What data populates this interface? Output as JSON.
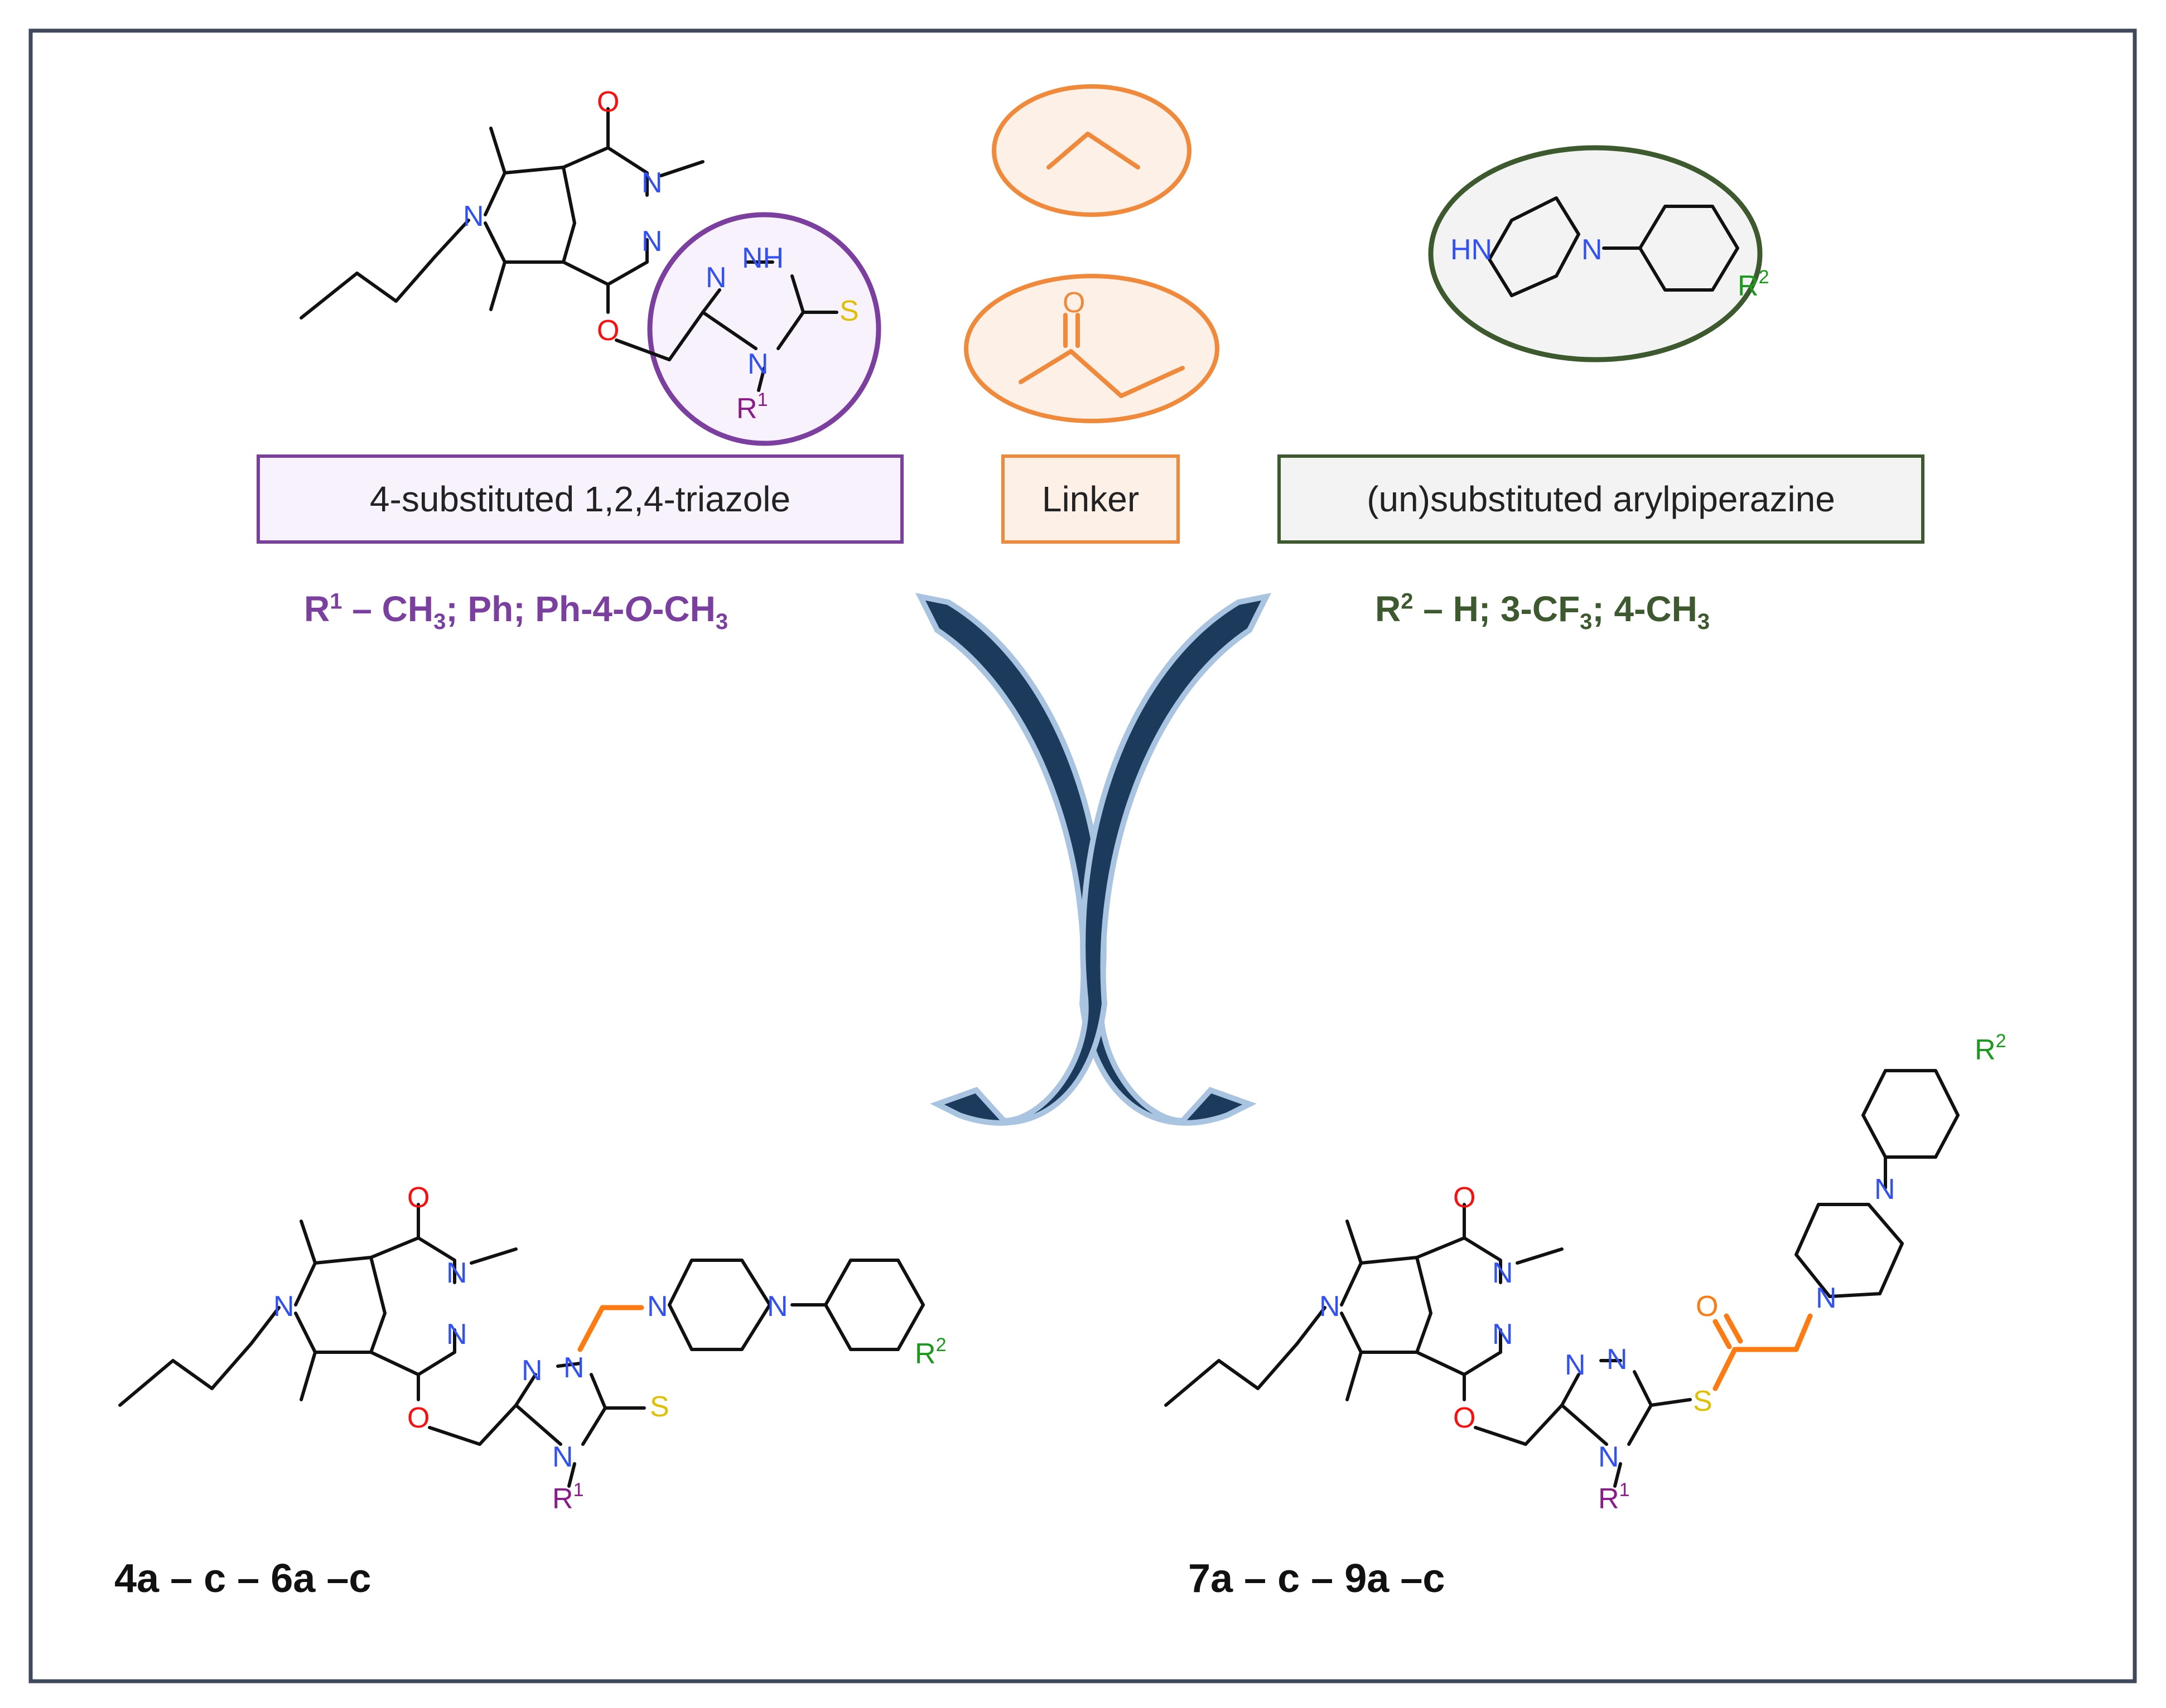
{
  "colors": {
    "frame": "#3e4a5c",
    "triazole": "#7b3fa0",
    "linker": "#f08a3a",
    "piperazine": "#3d5a2e",
    "arrow": "#1b3a5c",
    "arrow_edge": "#a9c4e0",
    "atom_N": "#3050f8",
    "atom_O": "#ff0d0d",
    "atom_S": "#e0c000",
    "r1": "#8b1a8b",
    "r2": "#1a9a1a",
    "linker_bond": "#ff7a10"
  },
  "boxes": {
    "triazole": "4-substituted 1,2,4-triazole",
    "linker": "Linker",
    "piperazine": "(un)substituted arylpiperazine"
  },
  "captions": {
    "r1": {
      "prefix": "R",
      "sup": "1",
      "text_a": " – CH",
      "sub_a": "3",
      "text_b": "; Ph; Ph-4-",
      "italic": "O",
      "text_c": "-CH",
      "sub_c": "3"
    },
    "r2": {
      "prefix": "R",
      "sup": "2",
      "text_a": " – H; 3-CF",
      "sub_a": "3",
      "text_b": "; 4-CH",
      "sub_b": "3"
    }
  },
  "compounds": {
    "left": "4a – c – 6a –c",
    "right": "7a – c – 9a –c"
  },
  "atoms": {
    "N": "N",
    "O": "O",
    "S": "S",
    "NH": "NH",
    "HN": "HN",
    "R": "R",
    "one": "1",
    "two": "2"
  }
}
